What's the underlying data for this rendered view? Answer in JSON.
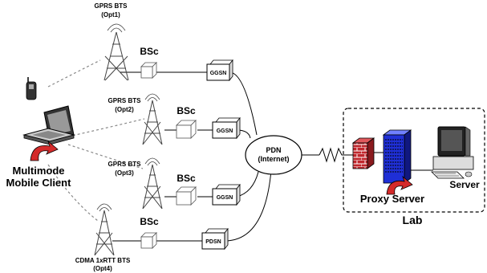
{
  "towers": [
    {
      "line1": "GPRS BTS",
      "line2": "(Opt1)",
      "bsc": "BSc",
      "gateway": "GGSN"
    },
    {
      "line1": "GPRS BTS",
      "line2": "(Opt2)",
      "bsc": "BSc",
      "gateway": "GGSN"
    },
    {
      "line1": "GPRS BTS",
      "line2": "(Opt3)",
      "bsc": "BSc",
      "gateway": "GGSN"
    },
    {
      "line1": "CDMA 1xRTT BTS",
      "line2": "(Opt4)",
      "bsc": "BSc",
      "gateway": "PDSN"
    }
  ],
  "pdn": {
    "line1": "PDN",
    "line2": "(Internet)"
  },
  "client": {
    "line1": "Multimode",
    "line2": "Mobile Client"
  },
  "lab": {
    "title": "Lab",
    "proxy": "Proxy Server",
    "server": "Server"
  },
  "colors": {
    "firewall": "#c0272d",
    "proxy": "#1f2fd6",
    "arrow": "#d42a2a",
    "monitor": "#222222"
  }
}
